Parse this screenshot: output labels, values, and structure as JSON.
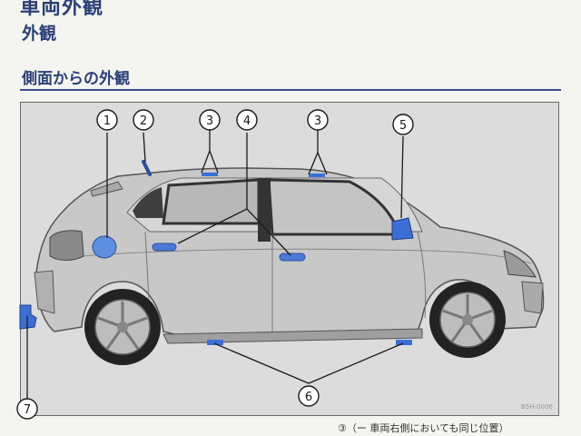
{
  "header": {
    "page_header": "車両外観",
    "section_title": "外観",
    "subsection_title": "側面からの外観"
  },
  "figure": {
    "callouts": [
      "1",
      "2",
      "3",
      "4",
      "3",
      "5",
      "6",
      "7"
    ],
    "code": "B5H-0006"
  },
  "footer": {
    "text": "③（ー 車両右側においても同じ位置）"
  },
  "colors": {
    "heading": "#2a3f78",
    "highlight_blue": "#3b6fd6",
    "car_body": "#c8c8c8"
  }
}
